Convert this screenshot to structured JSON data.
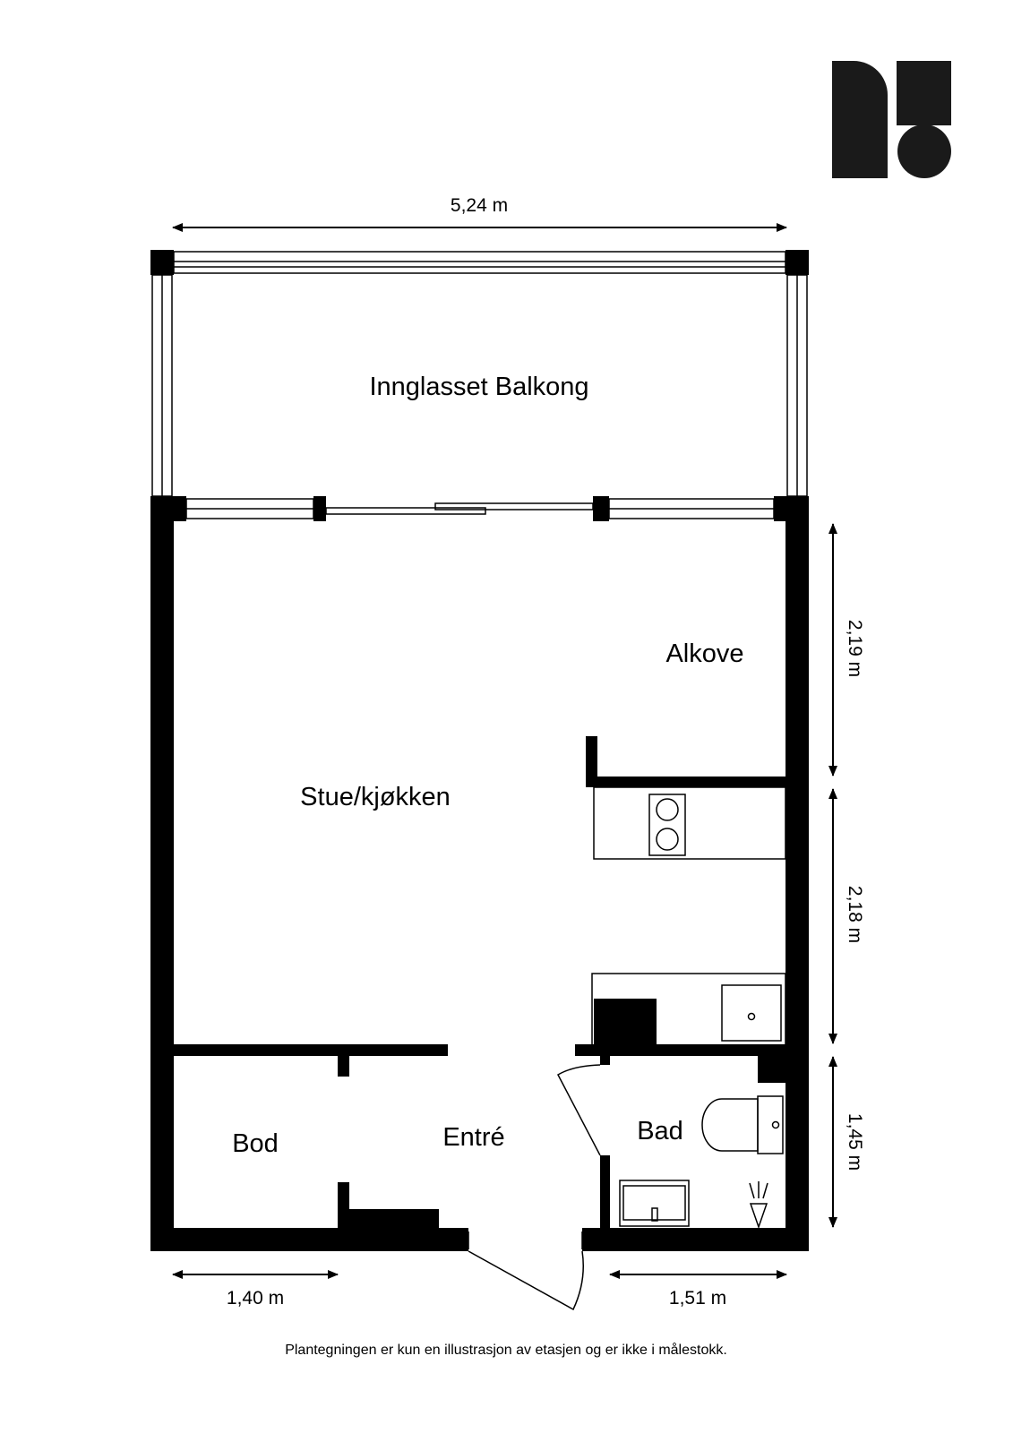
{
  "rooms": {
    "balcony": "Innglasset Balkong",
    "living": "Stue/kjøkken",
    "alcove": "Alkove",
    "storage": "Bod",
    "entrance": "Entré",
    "bath": "Bad"
  },
  "dimensions": {
    "top_width": "5,24 m",
    "right_upper": "2,19 m",
    "right_middle": "2,18 m",
    "right_lower": "1,45 m",
    "bottom_left": "1,40 m",
    "bottom_right": "1,51 m"
  },
  "footer_note": "Plantegningen er kun en illustrasjon av etasjen og er ikke i målestokk.",
  "logo": {
    "icon": "brand-logo-icon",
    "color": "#1a1a1a"
  },
  "colors": {
    "wall": "#000000",
    "background": "#ffffff"
  }
}
